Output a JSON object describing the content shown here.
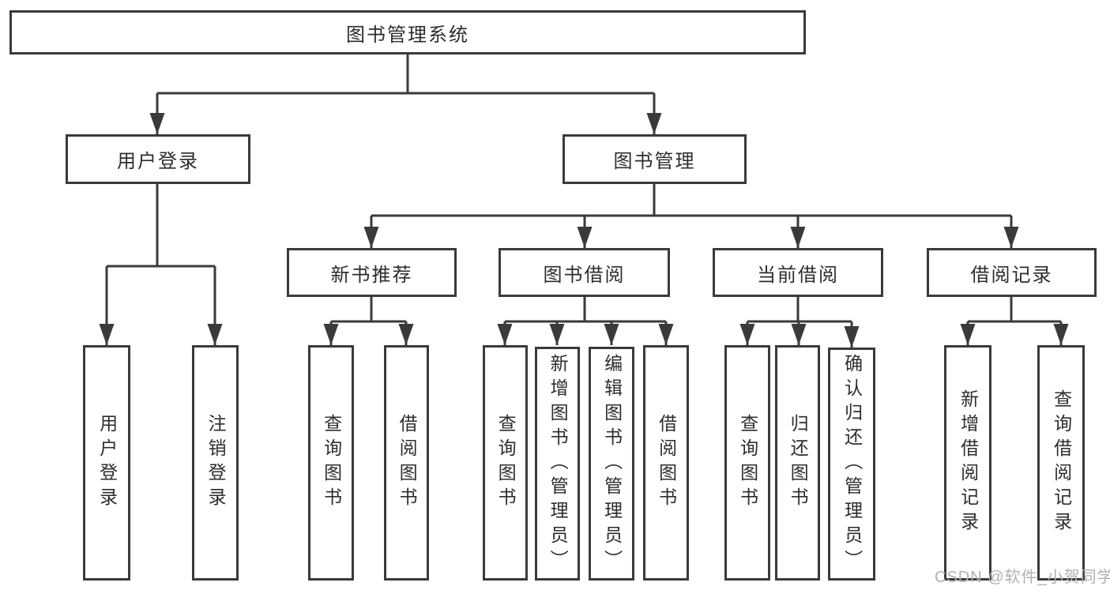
{
  "title": "图书管理系统",
  "nodes": {
    "root": {
      "label": "图书管理系统"
    },
    "level2": [
      {
        "label": "用户登录"
      },
      {
        "label": "图书管理"
      }
    ],
    "level3": [
      {
        "label": "新书推荐",
        "parent": "图书管理"
      },
      {
        "label": "图书借阅",
        "parent": "图书管理"
      },
      {
        "label": "当前借阅",
        "parent": "图书管理"
      },
      {
        "label": "借阅记录",
        "parent": "图书管理"
      }
    ],
    "leaves": [
      {
        "label": "用户登录",
        "parent": "用户登录"
      },
      {
        "label": "注销登录",
        "parent": "用户登录"
      },
      {
        "label": "查询图书",
        "parent": "新书推荐"
      },
      {
        "label": "借阅图书",
        "parent": "新书推荐"
      },
      {
        "label": "查询图书",
        "parent": "图书借阅"
      },
      {
        "label": "新增图书（管理员）",
        "parent": "图书借阅"
      },
      {
        "label": "编辑图书（管理员）",
        "parent": "图书借阅"
      },
      {
        "label": "借阅图书",
        "parent": "图书借阅"
      },
      {
        "label": "查询图书",
        "parent": "当前借阅"
      },
      {
        "label": "归还图书",
        "parent": "当前借阅"
      },
      {
        "label": "确认归还（管理员）",
        "parent": "当前借阅"
      },
      {
        "label": "新增借阅记录",
        "parent": "借阅记录"
      },
      {
        "label": "查询借阅记录",
        "parent": "借阅记录"
      }
    ]
  },
  "watermark": "CSDN @软件_小贺同学",
  "colors": {
    "line": "#3a3a3a",
    "text": "#2d2d2d",
    "watermark": "#b0b0b0",
    "background": "#ffffff"
  }
}
